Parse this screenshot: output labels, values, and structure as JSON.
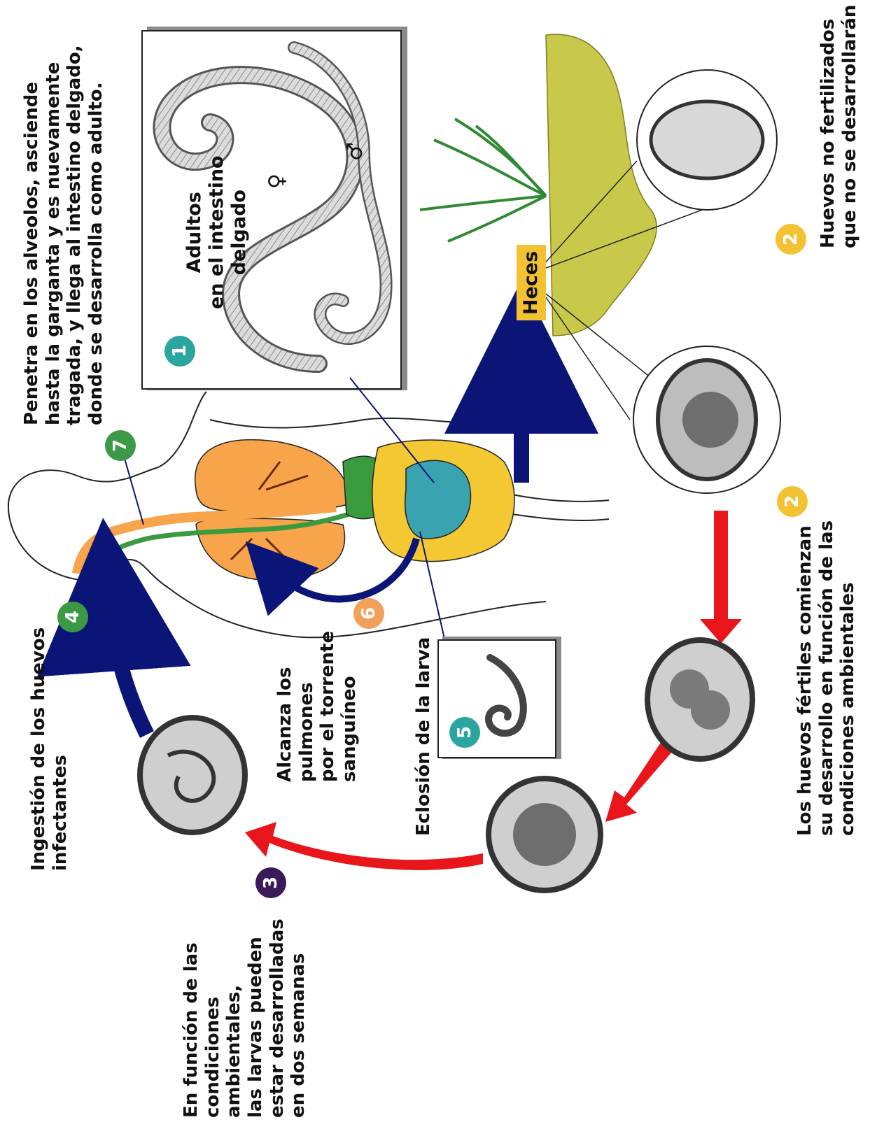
{
  "labels": {
    "step1": {
      "number": "1",
      "lines": [
        "Adultos",
        "en el intestino",
        "delgado"
      ]
    },
    "step2_unfertilized": {
      "number": "2",
      "lines": [
        "Huevos no fertilizados",
        "que no se desarrollarán"
      ]
    },
    "step2_fertile": {
      "number": "2",
      "lines": [
        "Los huevos fértiles comienzan",
        "su desarrollo en función de las",
        "condiciones ambientales"
      ]
    },
    "step3": {
      "number": "3",
      "lines": [
        "En función de las",
        "condiciones",
        "ambientales,",
        "las larvas pueden",
        "estar desarrolladas",
        "en dos semanas"
      ]
    },
    "step4": {
      "number": "4",
      "lines": [
        "Ingestión de los huevos",
        "infectantes"
      ]
    },
    "step5": {
      "number": "5",
      "lines": [
        "Eclosión de la larva"
      ]
    },
    "step6": {
      "number": "6",
      "lines": [
        "Alcanza los",
        "pulmones",
        "por el torrente",
        "sanguíneo"
      ]
    },
    "step7": {
      "number": "7",
      "lines": [
        "Penetra en los alveolos, asciende",
        "hasta la garganta y es nuevamente",
        "tragada, y llega al intestino delgado,",
        "donde se desarrolla como adulto."
      ]
    },
    "heces": "Heces",
    "female_symbol": "♀",
    "male_symbol": "♂"
  },
  "colors": {
    "badge_green": "#3c9a46",
    "badge_teal": "#2aa5a0",
    "badge_yellow": "#f3c233",
    "badge_orange": "#f2a05a",
    "badge_purple": "#3b1a5c",
    "arrow_blue": "#0a1577",
    "arrow_red": "#e8151b",
    "organ_orange": "#f7a44b",
    "organ_green": "#3a9a3e",
    "organ_yellow": "#f4c832",
    "organ_teal": "#3aa3b0",
    "soil": "#c8c84a",
    "heces_box": "#f3c233"
  }
}
